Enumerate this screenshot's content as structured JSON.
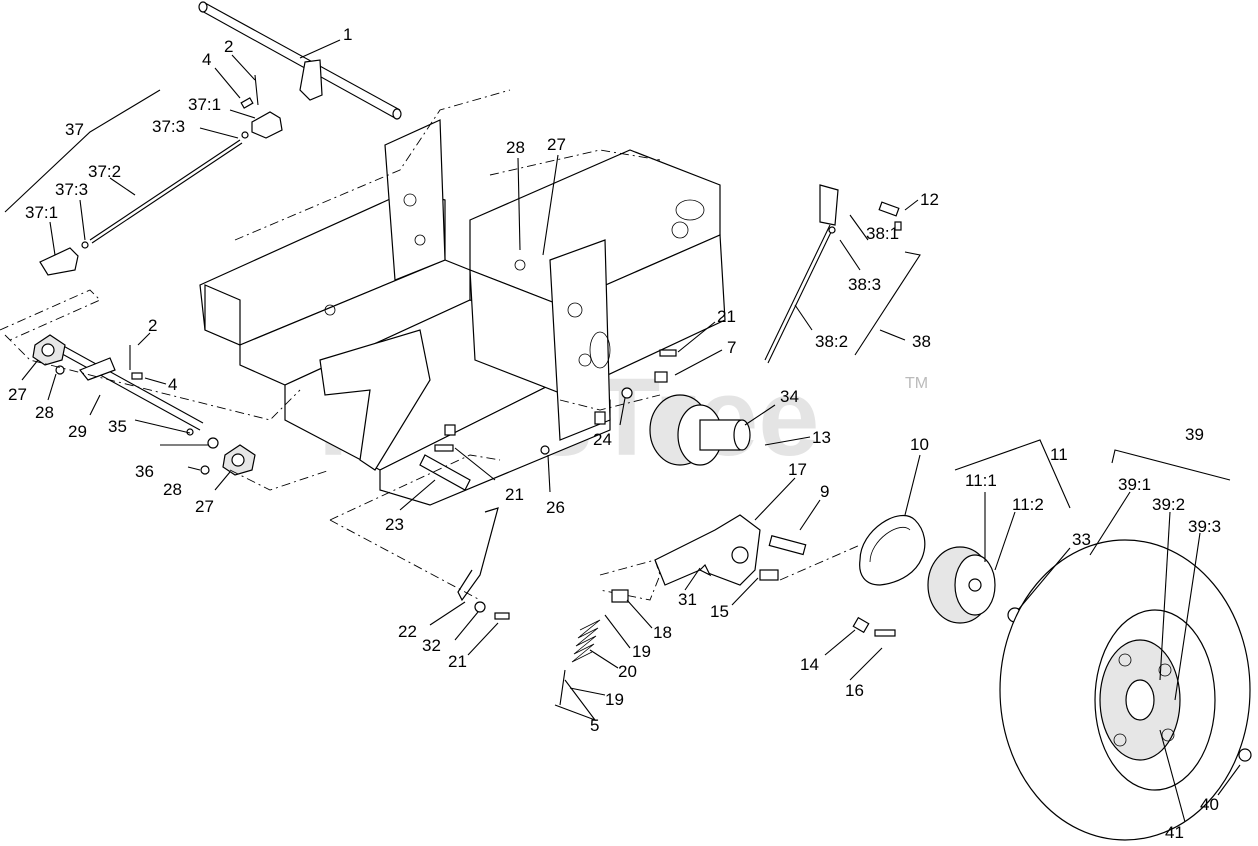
{
  "watermark": {
    "text": "PartsTree",
    "trademark": "TM"
  },
  "callouts": [
    {
      "id": "c1",
      "text": "1"
    },
    {
      "id": "c2a",
      "text": "2"
    },
    {
      "id": "c4a",
      "text": "4"
    },
    {
      "id": "c37_1a",
      "text": "37:1"
    },
    {
      "id": "c37_3a",
      "text": "37:3"
    },
    {
      "id": "c37",
      "text": "37"
    },
    {
      "id": "c37_2",
      "text": "37:2"
    },
    {
      "id": "c37_3b",
      "text": "37:3"
    },
    {
      "id": "c37_1b",
      "text": "37:1"
    },
    {
      "id": "c28a",
      "text": "28"
    },
    {
      "id": "c27a",
      "text": "27"
    },
    {
      "id": "c12",
      "text": "12"
    },
    {
      "id": "c38_1",
      "text": "38:1"
    },
    {
      "id": "c38_3",
      "text": "38:3"
    },
    {
      "id": "c38_2",
      "text": "38:2"
    },
    {
      "id": "c38",
      "text": "38"
    },
    {
      "id": "c21a",
      "text": "21"
    },
    {
      "id": "c7",
      "text": "7"
    },
    {
      "id": "c2b",
      "text": "2"
    },
    {
      "id": "c4b",
      "text": "4"
    },
    {
      "id": "c27b",
      "text": "27"
    },
    {
      "id": "c28b",
      "text": "28"
    },
    {
      "id": "c29",
      "text": "29"
    },
    {
      "id": "c35",
      "text": "35"
    },
    {
      "id": "c36",
      "text": "36"
    },
    {
      "id": "c28c",
      "text": "28"
    },
    {
      "id": "c27c",
      "text": "27"
    },
    {
      "id": "c34",
      "text": "34"
    },
    {
      "id": "c13",
      "text": "13"
    },
    {
      "id": "c24",
      "text": "24"
    },
    {
      "id": "c21b",
      "text": "21"
    },
    {
      "id": "c26",
      "text": "26"
    },
    {
      "id": "c10",
      "text": "10"
    },
    {
      "id": "c11",
      "text": "11"
    },
    {
      "id": "c11_1",
      "text": "11:1"
    },
    {
      "id": "c11_2",
      "text": "11:2"
    },
    {
      "id": "c39",
      "text": "39"
    },
    {
      "id": "c39_1",
      "text": "39:1"
    },
    {
      "id": "c39_2",
      "text": "39:2"
    },
    {
      "id": "c39_3",
      "text": "39:3"
    },
    {
      "id": "c17",
      "text": "17"
    },
    {
      "id": "c9",
      "text": "9"
    },
    {
      "id": "c23",
      "text": "23"
    },
    {
      "id": "c33",
      "text": "33"
    },
    {
      "id": "c31",
      "text": "31"
    },
    {
      "id": "c15",
      "text": "15"
    },
    {
      "id": "c18",
      "text": "18"
    },
    {
      "id": "c19a",
      "text": "19"
    },
    {
      "id": "c20",
      "text": "20"
    },
    {
      "id": "c19b",
      "text": "19"
    },
    {
      "id": "c5",
      "text": "5"
    },
    {
      "id": "c22",
      "text": "22"
    },
    {
      "id": "c32",
      "text": "32"
    },
    {
      "id": "c21c",
      "text": "21"
    },
    {
      "id": "c14",
      "text": "14"
    },
    {
      "id": "c16",
      "text": "16"
    },
    {
      "id": "c40",
      "text": "40"
    },
    {
      "id": "c41",
      "text": "41"
    }
  ]
}
